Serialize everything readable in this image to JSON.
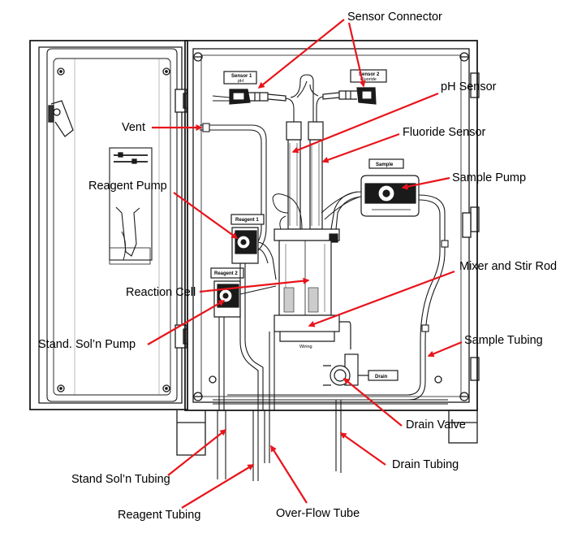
{
  "labels": {
    "sensor_connector": "Sensor Connector",
    "ph_sensor": "pH Sensor",
    "fluoride_sensor": "Fluoride Sensor",
    "vent": "Vent",
    "sample_pump": "Sample Pump",
    "reagent_pump": "Reagent Pump",
    "mixer_stir_rod": "Mixer and Stir Rod",
    "reaction_cell": "Reaction Cell",
    "sample_tubing": "Sample Tubing",
    "stand_soln_pump": "Stand. Sol’n Pump",
    "drain_valve": "Drain Valve",
    "drain_tubing": "Drain Tubing",
    "stand_soln_tubing": "Stand Sol’n Tubing",
    "reagent_tubing": "Reagent Tubing",
    "overflow_tube": "Over-Flow Tube"
  },
  "panel_tags": {
    "sensor1_line1": "Sensor 1",
    "sensor1_line2": "pH",
    "sensor2_line1": "Sensor 2",
    "sensor2_line2": "Fluoride",
    "sample": "Sample",
    "reagent1": "Reagent 1",
    "reagent2": "Reagent 2",
    "wiring": "Wiring",
    "drain": "Drain"
  },
  "colors": {
    "arrow": "#e8141b",
    "line": "#1a1a1a",
    "label_text": "#000000"
  }
}
